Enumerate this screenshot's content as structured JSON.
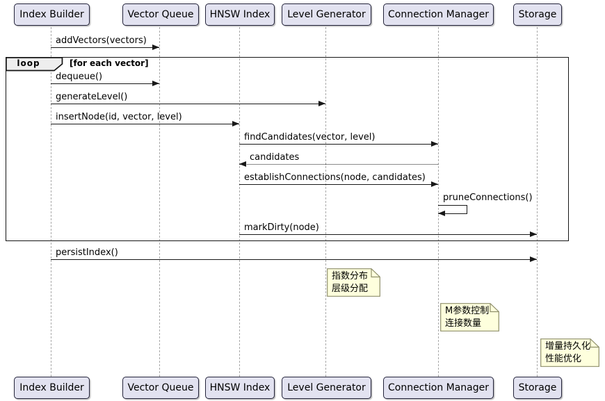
{
  "participants": [
    {
      "name": "Index Builder"
    },
    {
      "name": "Vector Queue"
    },
    {
      "name": "HNSW Index"
    },
    {
      "name": "Level Generator"
    },
    {
      "name": "Connection Manager"
    },
    {
      "name": "Storage"
    }
  ],
  "loop_fragment": {
    "operator": "loop",
    "guard": "[for each vector]"
  },
  "messages": [
    {
      "label": "addVectors(vectors)",
      "from": "Index Builder",
      "to": "Vector Queue",
      "line": "solid"
    },
    {
      "label": "dequeue()",
      "from": "Index Builder",
      "to": "Vector Queue",
      "line": "solid"
    },
    {
      "label": "generateLevel()",
      "from": "Index Builder",
      "to": "Level Generator",
      "line": "solid"
    },
    {
      "label": "insertNode(id, vector, level)",
      "from": "Index Builder",
      "to": "HNSW Index",
      "line": "solid"
    },
    {
      "label": "findCandidates(vector, level)",
      "from": "HNSW Index",
      "to": "Connection Manager",
      "line": "solid"
    },
    {
      "label": "candidates",
      "from": "Connection Manager",
      "to": "HNSW Index",
      "line": "dotted"
    },
    {
      "label": "establishConnections(node, candidates)",
      "from": "HNSW Index",
      "to": "Connection Manager",
      "line": "solid"
    },
    {
      "label": "pruneConnections()",
      "from": "Connection Manager",
      "to": "Connection Manager",
      "line": "self"
    },
    {
      "label": "markDirty(node)",
      "from": "HNSW Index",
      "to": "Storage",
      "line": "solid"
    },
    {
      "label": "persistIndex()",
      "from": "Index Builder",
      "to": "Storage",
      "line": "solid"
    }
  ],
  "notes": [
    {
      "anchor": "Level Generator",
      "lines": [
        "指数分布",
        "层级分配"
      ]
    },
    {
      "anchor": "Connection Manager",
      "lines": [
        "M参数控制",
        "连接数量"
      ]
    },
    {
      "anchor": "Storage",
      "lines": [
        "增量持久化",
        "性能优化"
      ]
    }
  ],
  "colors": {
    "participant_fill": "#E2E2F0",
    "participant_border": "#23233A",
    "note_fill": "#FEFFDD",
    "note_border": "#8F8F6B",
    "arrow_line": "#181818",
    "lifeline": "#A9A9A9",
    "loop_tab_fill": "#EEEEEE",
    "frame_border": "#151515"
  }
}
